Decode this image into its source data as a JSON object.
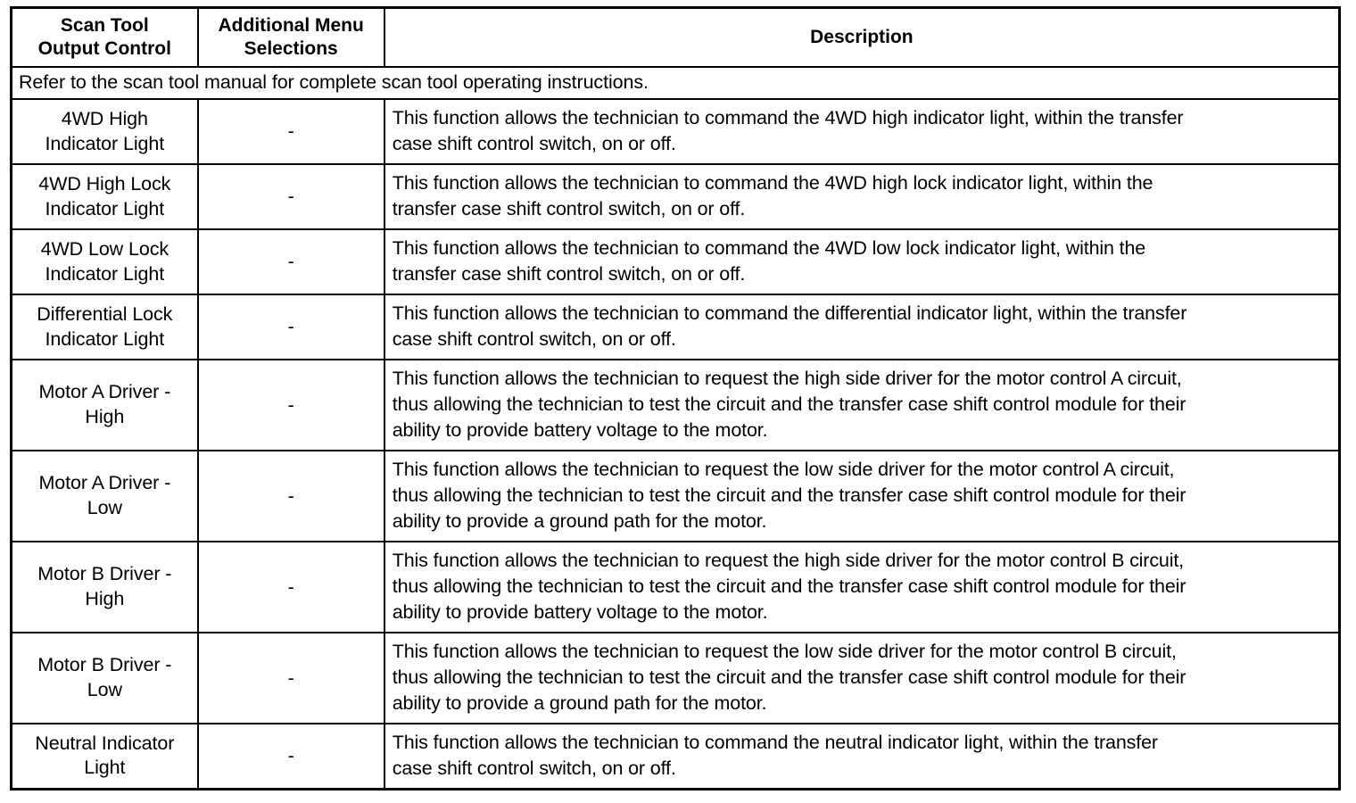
{
  "table": {
    "headers": {
      "control": "Scan Tool\nOutput Control",
      "control_line1": "Scan Tool",
      "control_line2": "Output Control",
      "menu_line1": "Additional Menu",
      "menu_line2": "Selections",
      "description": "Description"
    },
    "note": "Refer to the scan tool manual for complete scan tool operating instructions.",
    "dash": "-",
    "rows": [
      {
        "control_line1": "4WD High",
        "control_line2": "Indicator Light",
        "menu": "-",
        "desc_lines": [
          "This function allows the technician to command the 4WD high indicator light, within the transfer",
          "case shift control switch, on or off."
        ]
      },
      {
        "control_line1": "4WD High Lock",
        "control_line2": "Indicator Light",
        "menu": "-",
        "desc_lines": [
          "This function allows the technician to command the 4WD high lock indicator light, within the",
          "transfer case shift control switch, on or off."
        ]
      },
      {
        "control_line1": "4WD Low Lock",
        "control_line2": "Indicator Light",
        "menu": "-",
        "desc_lines": [
          "This function allows the technician to command the 4WD low lock indicator light, within the",
          "transfer case shift control switch, on or off."
        ]
      },
      {
        "control_line1": "Differential Lock",
        "control_line2": "Indicator Light",
        "menu": "-",
        "desc_lines": [
          "This function allows the technician to command the differential indicator light, within the transfer",
          "case shift control switch, on or off."
        ]
      },
      {
        "control_line1": "Motor A Driver -",
        "control_line2": "High",
        "menu": "-",
        "desc_lines": [
          "This function allows the technician to request the high side driver for the motor control A circuit,",
          "thus allowing the technician to test the circuit and the transfer case shift control module for their",
          "ability to provide battery voltage to the motor."
        ]
      },
      {
        "control_line1": "Motor A Driver -",
        "control_line2": "Low",
        "menu": "-",
        "desc_lines": [
          "This function allows the technician to request the low side driver for the motor control A circuit,",
          "thus allowing the technician to test the circuit and the transfer case shift control module for their",
          "ability to provide a ground path for the motor."
        ]
      },
      {
        "control_line1": "Motor B Driver -",
        "control_line2": "High",
        "menu": "-",
        "desc_lines": [
          "This function allows the technician to request the high side driver for the motor control B circuit,",
          "thus allowing the technician to test the circuit and the transfer case shift control module for their",
          "ability to provide battery voltage to the motor."
        ]
      },
      {
        "control_line1": "Motor B Driver -",
        "control_line2": "Low",
        "menu": "-",
        "desc_lines": [
          "This function allows the technician to request the low side driver for the motor control B circuit,",
          "thus allowing the technician to test the circuit and the transfer case shift control module for their",
          "ability to provide a ground path for the motor."
        ]
      },
      {
        "control_line1": "Neutral Indicator",
        "control_line2": "Light",
        "menu": "-",
        "desc_lines": [
          "This function allows the technician to command the neutral indicator light, within the transfer",
          "case shift control switch, on or off."
        ]
      }
    ]
  },
  "colors": {
    "border": "#000000",
    "text": "#000000",
    "background": "#ffffff"
  }
}
